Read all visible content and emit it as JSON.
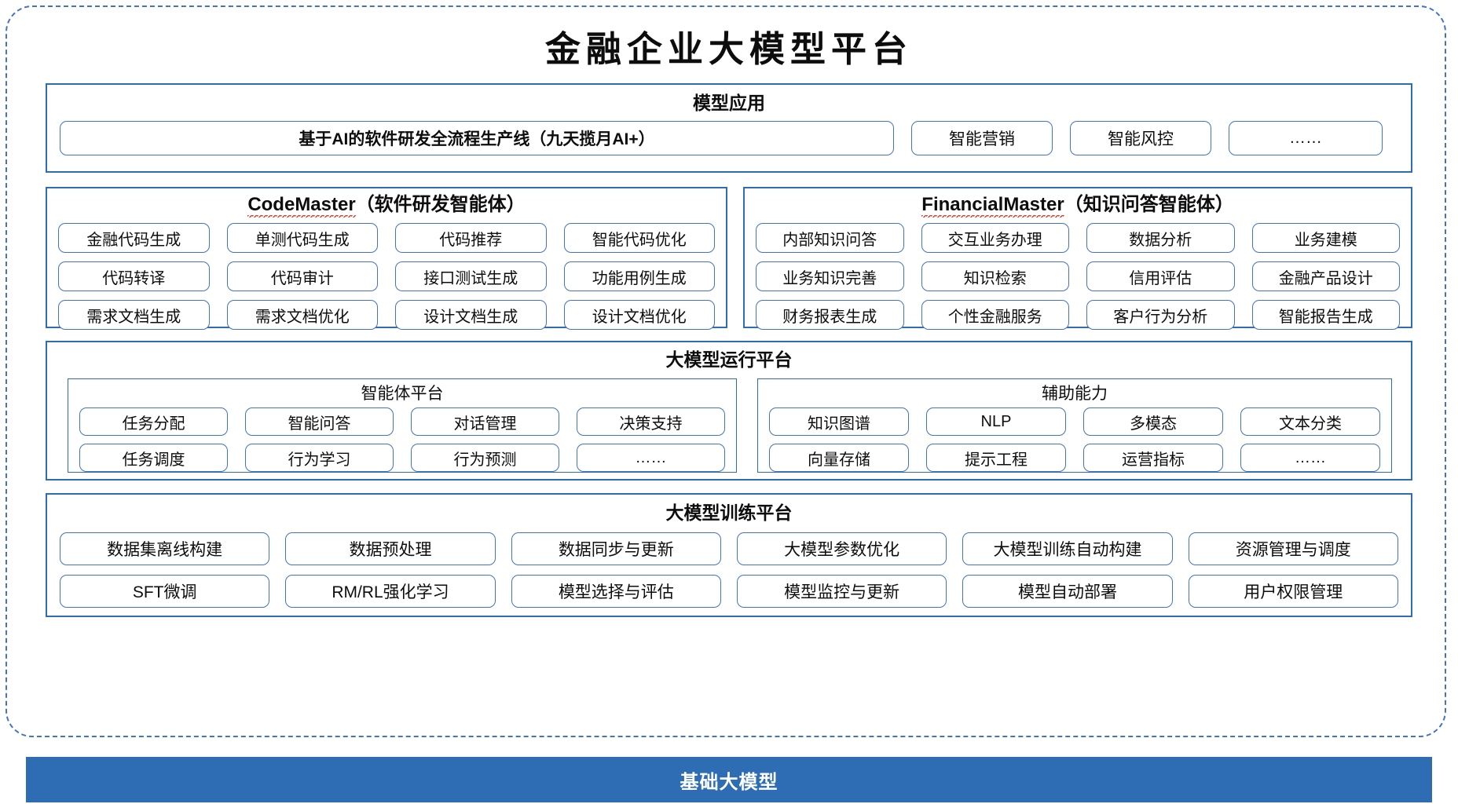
{
  "title": "金融企业大模型平台",
  "colors": {
    "frame_dashed": "#4472C4",
    "panel_border": "#2E6DB4",
    "pill_border": "#4472C4",
    "footer_bg": "#2E6DB4",
    "footer_text": "#FFFFFF",
    "spellcheck_underline": "#E23B2E"
  },
  "model_application": {
    "title": "模型应用",
    "main_item": "基于AI的软件研发全流程生产线（九天揽月AI+）",
    "items": [
      "智能营销",
      "智能风控"
    ],
    "more": "……"
  },
  "agents": [
    {
      "name": "CodeMaster",
      "subtitle": "（软件研发智能体）",
      "misspelled": true,
      "rows": [
        [
          "金融代码生成",
          "单测代码生成",
          "代码推荐",
          "智能代码优化"
        ],
        [
          "代码转译",
          "代码审计",
          "接口测试生成",
          "功能用例生成"
        ],
        [
          "需求文档生成",
          "需求文档优化",
          "设计文档生成",
          "设计文档优化"
        ]
      ]
    },
    {
      "name": "FinancialMaster",
      "subtitle": "（知识问答智能体）",
      "misspelled": true,
      "rows": [
        [
          "内部知识问答",
          "交互业务办理",
          "数据分析",
          "业务建模"
        ],
        [
          "业务知识完善",
          "知识检索",
          "信用评估",
          "金融产品设计"
        ],
        [
          "财务报表生成",
          "个性金融服务",
          "客户行为分析",
          "智能报告生成"
        ]
      ]
    }
  ],
  "runtime_platform": {
    "title": "大模型运行平台",
    "subpanels": [
      {
        "title": "智能体平台",
        "rows": [
          [
            "任务分配",
            "智能问答",
            "对话管理",
            "决策支持"
          ],
          [
            "任务调度",
            "行为学习",
            "行为预测",
            "……"
          ]
        ]
      },
      {
        "title": "辅助能力",
        "rows": [
          [
            "知识图谱",
            "NLP",
            "多模态",
            "文本分类"
          ],
          [
            "向量存储",
            "提示工程",
            "运营指标",
            "……"
          ]
        ]
      }
    ]
  },
  "training_platform": {
    "title": "大模型训练平台",
    "rows": [
      [
        "数据集离线构建",
        "数据预处理",
        "数据同步与更新",
        "大模型参数优化",
        "大模型训练自动构建",
        "资源管理与调度"
      ],
      [
        "SFT微调",
        "RM/RL强化学习",
        "模型选择与评估",
        "模型监控与更新",
        "模型自动部署",
        "用户权限管理"
      ]
    ]
  },
  "footer": {
    "label": "基础大模型"
  }
}
